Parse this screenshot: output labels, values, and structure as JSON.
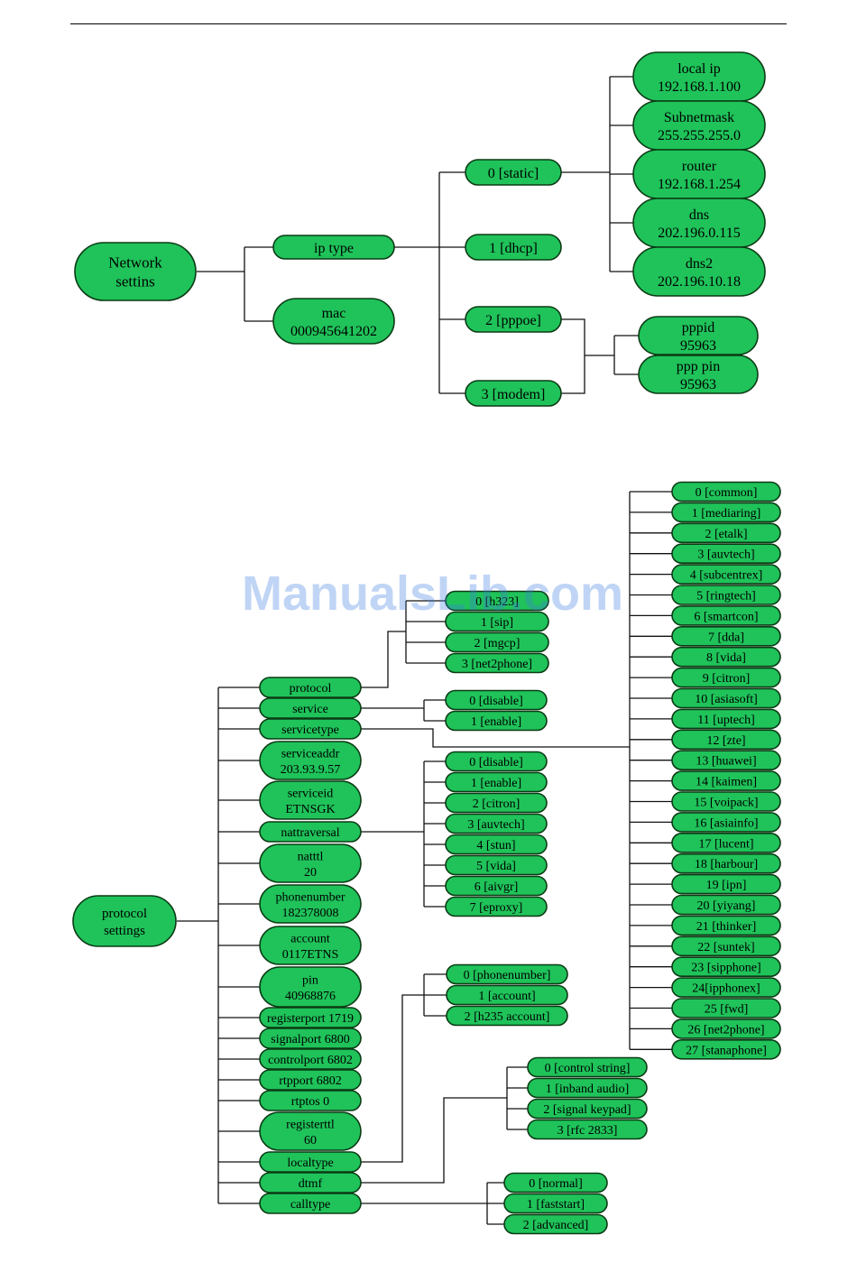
{
  "watermark": "ManualsLib.com",
  "network": {
    "root": [
      "Network",
      "settins"
    ],
    "ip_type": "ip type",
    "mac": [
      "mac",
      "000945641202"
    ],
    "ip_options": [
      "0 [static]",
      "1 [dhcp]",
      "2 [pppoe]",
      "3 [modem]"
    ],
    "static_fields": [
      [
        "local ip",
        "192.168.1.100"
      ],
      [
        "Subnetmask",
        "255.255.255.0"
      ],
      [
        "router",
        "192.168.1.254"
      ],
      [
        "dns",
        "202.196.0.115"
      ],
      [
        "dns2",
        "202.196.10.18"
      ]
    ],
    "ppp_fields": [
      [
        "pppid",
        "95963"
      ],
      [
        "ppp pin",
        "95963"
      ]
    ]
  },
  "protocol": {
    "root": [
      "protocol",
      "settings"
    ],
    "items": [
      [
        "protocol"
      ],
      [
        "service"
      ],
      [
        "servicetype"
      ],
      [
        "serviceaddr",
        "203.93.9.57"
      ],
      [
        "serviceid",
        "ETNSGK"
      ],
      [
        "nattraversal"
      ],
      [
        "natttl",
        "20"
      ],
      [
        "phonenumber",
        "182378008"
      ],
      [
        "account",
        "0117ETNS"
      ],
      [
        "pin",
        "40968876"
      ],
      [
        "registerport 1719"
      ],
      [
        "signalport 6800"
      ],
      [
        "controlport 6802"
      ],
      [
        "rtpport  6802"
      ],
      [
        "rtptos 0"
      ],
      [
        "registerttl",
        "60"
      ],
      [
        "localtype"
      ],
      [
        "dtmf"
      ],
      [
        "calltype"
      ]
    ],
    "protocol_options": [
      "0 [h323]",
      "1 [sip]",
      "2 [mgcp]",
      "3 [net2phone]"
    ],
    "service_options": [
      "0 [disable]",
      "1 [enable]"
    ],
    "nattraversal_options": [
      "0 [disable]",
      "1 [enable]",
      "2 [citron]",
      "3 [auvtech]",
      "4 [stun]",
      "5 [vida]",
      "6 [aivgr]",
      "7 [eproxy]"
    ],
    "localtype_options": [
      "0 [phonenumber]",
      "1 [account]",
      "2 [h235 account]"
    ],
    "dtmf_options": [
      "0 [control string]",
      "1 [inband audio]",
      "2 [signal keypad]",
      "3 [rfc 2833]"
    ],
    "calltype_options": [
      "0 [normal]",
      "1 [faststart]",
      "2 [advanced]"
    ],
    "servicetype_options": [
      "0 [common]",
      "1 [mediaring]",
      "2 [etalk]",
      "3 [auvtech]",
      "4 [subcentrex]",
      "5 [ringtech]",
      "6 [smartcon]",
      "7 [dda]",
      "8 [vida]",
      "9 [citron]",
      "10 [asiasoft]",
      "11 [uptech]",
      "12 [zte]",
      "13 [huawei]",
      "14 [kaimen]",
      "15 [voipack]",
      "16 [asiainfo]",
      "17 [lucent]",
      "18 [harbour]",
      "19 [ipn]",
      "20 [yiyang]",
      "21 [thinker]",
      "22 [suntek]",
      "23 [sipphone]",
      "24[ipphonex]",
      "25 [fwd]",
      "26 [net2phone]",
      "27 [stanaphone]"
    ]
  }
}
